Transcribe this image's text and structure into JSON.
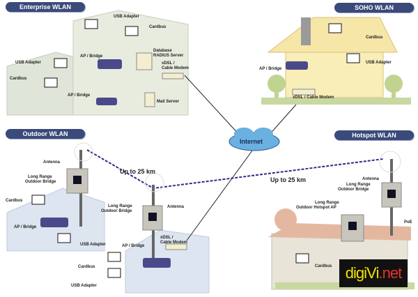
{
  "sections": {
    "enterprise": "Enterprise WLAN",
    "soho": "SOHO WLAN",
    "outdoor": "Outdoor WLAN",
    "hotspot": "Hotspot WLAN"
  },
  "internet": "Internet",
  "enterprise_labels": {
    "usb_adapter_1": "USB Adapter",
    "cardbus_1": "Cardbus",
    "database": "Database",
    "radius": "RADIUS Server",
    "ap_bridge_1": "AP / Bridge",
    "usb_adapter_2": "USB Adapter",
    "xdsl": "xDSL /",
    "cable_modem": "Cable Modem",
    "cardbus_2": "Cardbus",
    "ap_bridge_2": "AP / Bridge",
    "mail_server": "Mail Server"
  },
  "soho_labels": {
    "cardbus": "Cardbus",
    "ap_bridge": "AP / Bridge",
    "usb_adapter": "USB Adapter",
    "modem": "xDSL / Cable Modem"
  },
  "outdoor_labels": {
    "antenna_1": "Antenna",
    "lr_1": "Long Range",
    "ob_1": "Outdoor Bridge",
    "distance": "Up to 25 km",
    "cardbus_1": "Cardbus",
    "ap_bridge_1": "AP / Bridge",
    "usb_adapter_1": "USB Adapter",
    "lr_2": "Long Range",
    "ob_2": "Outdoor Bridge",
    "antenna_2": "Antenna",
    "xdsl": "xDSL /",
    "cable_modem": "Cable Modem",
    "ap_bridge_2": "AP / Bridge",
    "cardbus_2": "Cardbus",
    "usb_adapter_2": "USB Adapter"
  },
  "hotspot_labels": {
    "distance": "Up to 25 km",
    "antenna": "Antenna",
    "lr": "Long Range",
    "ob": "Outdoor Bridge",
    "lr_ap": "Long Range",
    "hotspot_ap": "Outdoor Hotspot AP",
    "poe": "PoE",
    "cardbus": "Cardbus"
  },
  "logo": {
    "part1": "digiV",
    "part2": "i",
    "part3": ".net"
  },
  "colors": {
    "badge": "#3a4a7a",
    "link": "#2a2a8a",
    "cloud": "#6ab0e0"
  }
}
